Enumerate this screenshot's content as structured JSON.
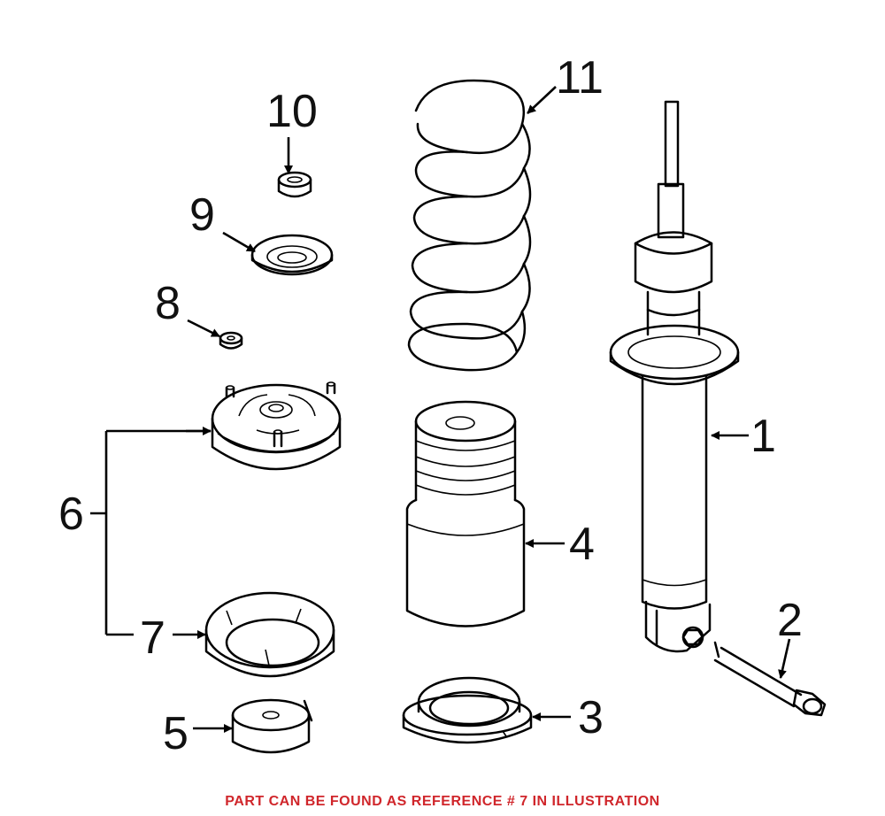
{
  "callouts": {
    "ref_1": "1",
    "ref_2": "2",
    "ref_3": "3",
    "ref_4": "4",
    "ref_5": "5",
    "ref_6": "6",
    "ref_7": "7",
    "ref_8": "8",
    "ref_9": "9",
    "ref_10": "10",
    "ref_11": "11"
  },
  "caption": "PART CAN BE FOUND AS REFERENCE # 7 IN ILLUSTRATION",
  "colors": {
    "caption": "#d0262b",
    "line": "#000000",
    "background": "#ffffff"
  }
}
